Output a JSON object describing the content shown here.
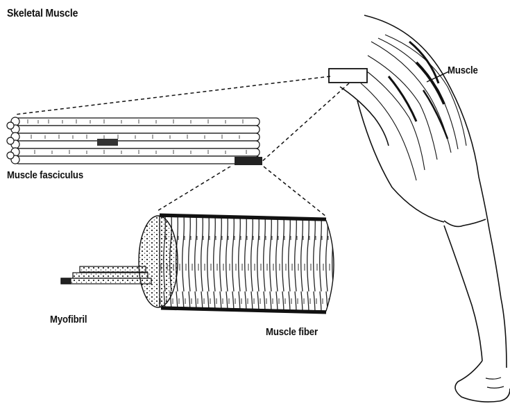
{
  "diagram": {
    "title": "Skeletal Muscle",
    "labels": {
      "muscle": "Muscle",
      "fasciculus": "Muscle fasciculus",
      "myofibril": "Myofibril",
      "fiber": "Muscle fiber"
    }
  }
}
